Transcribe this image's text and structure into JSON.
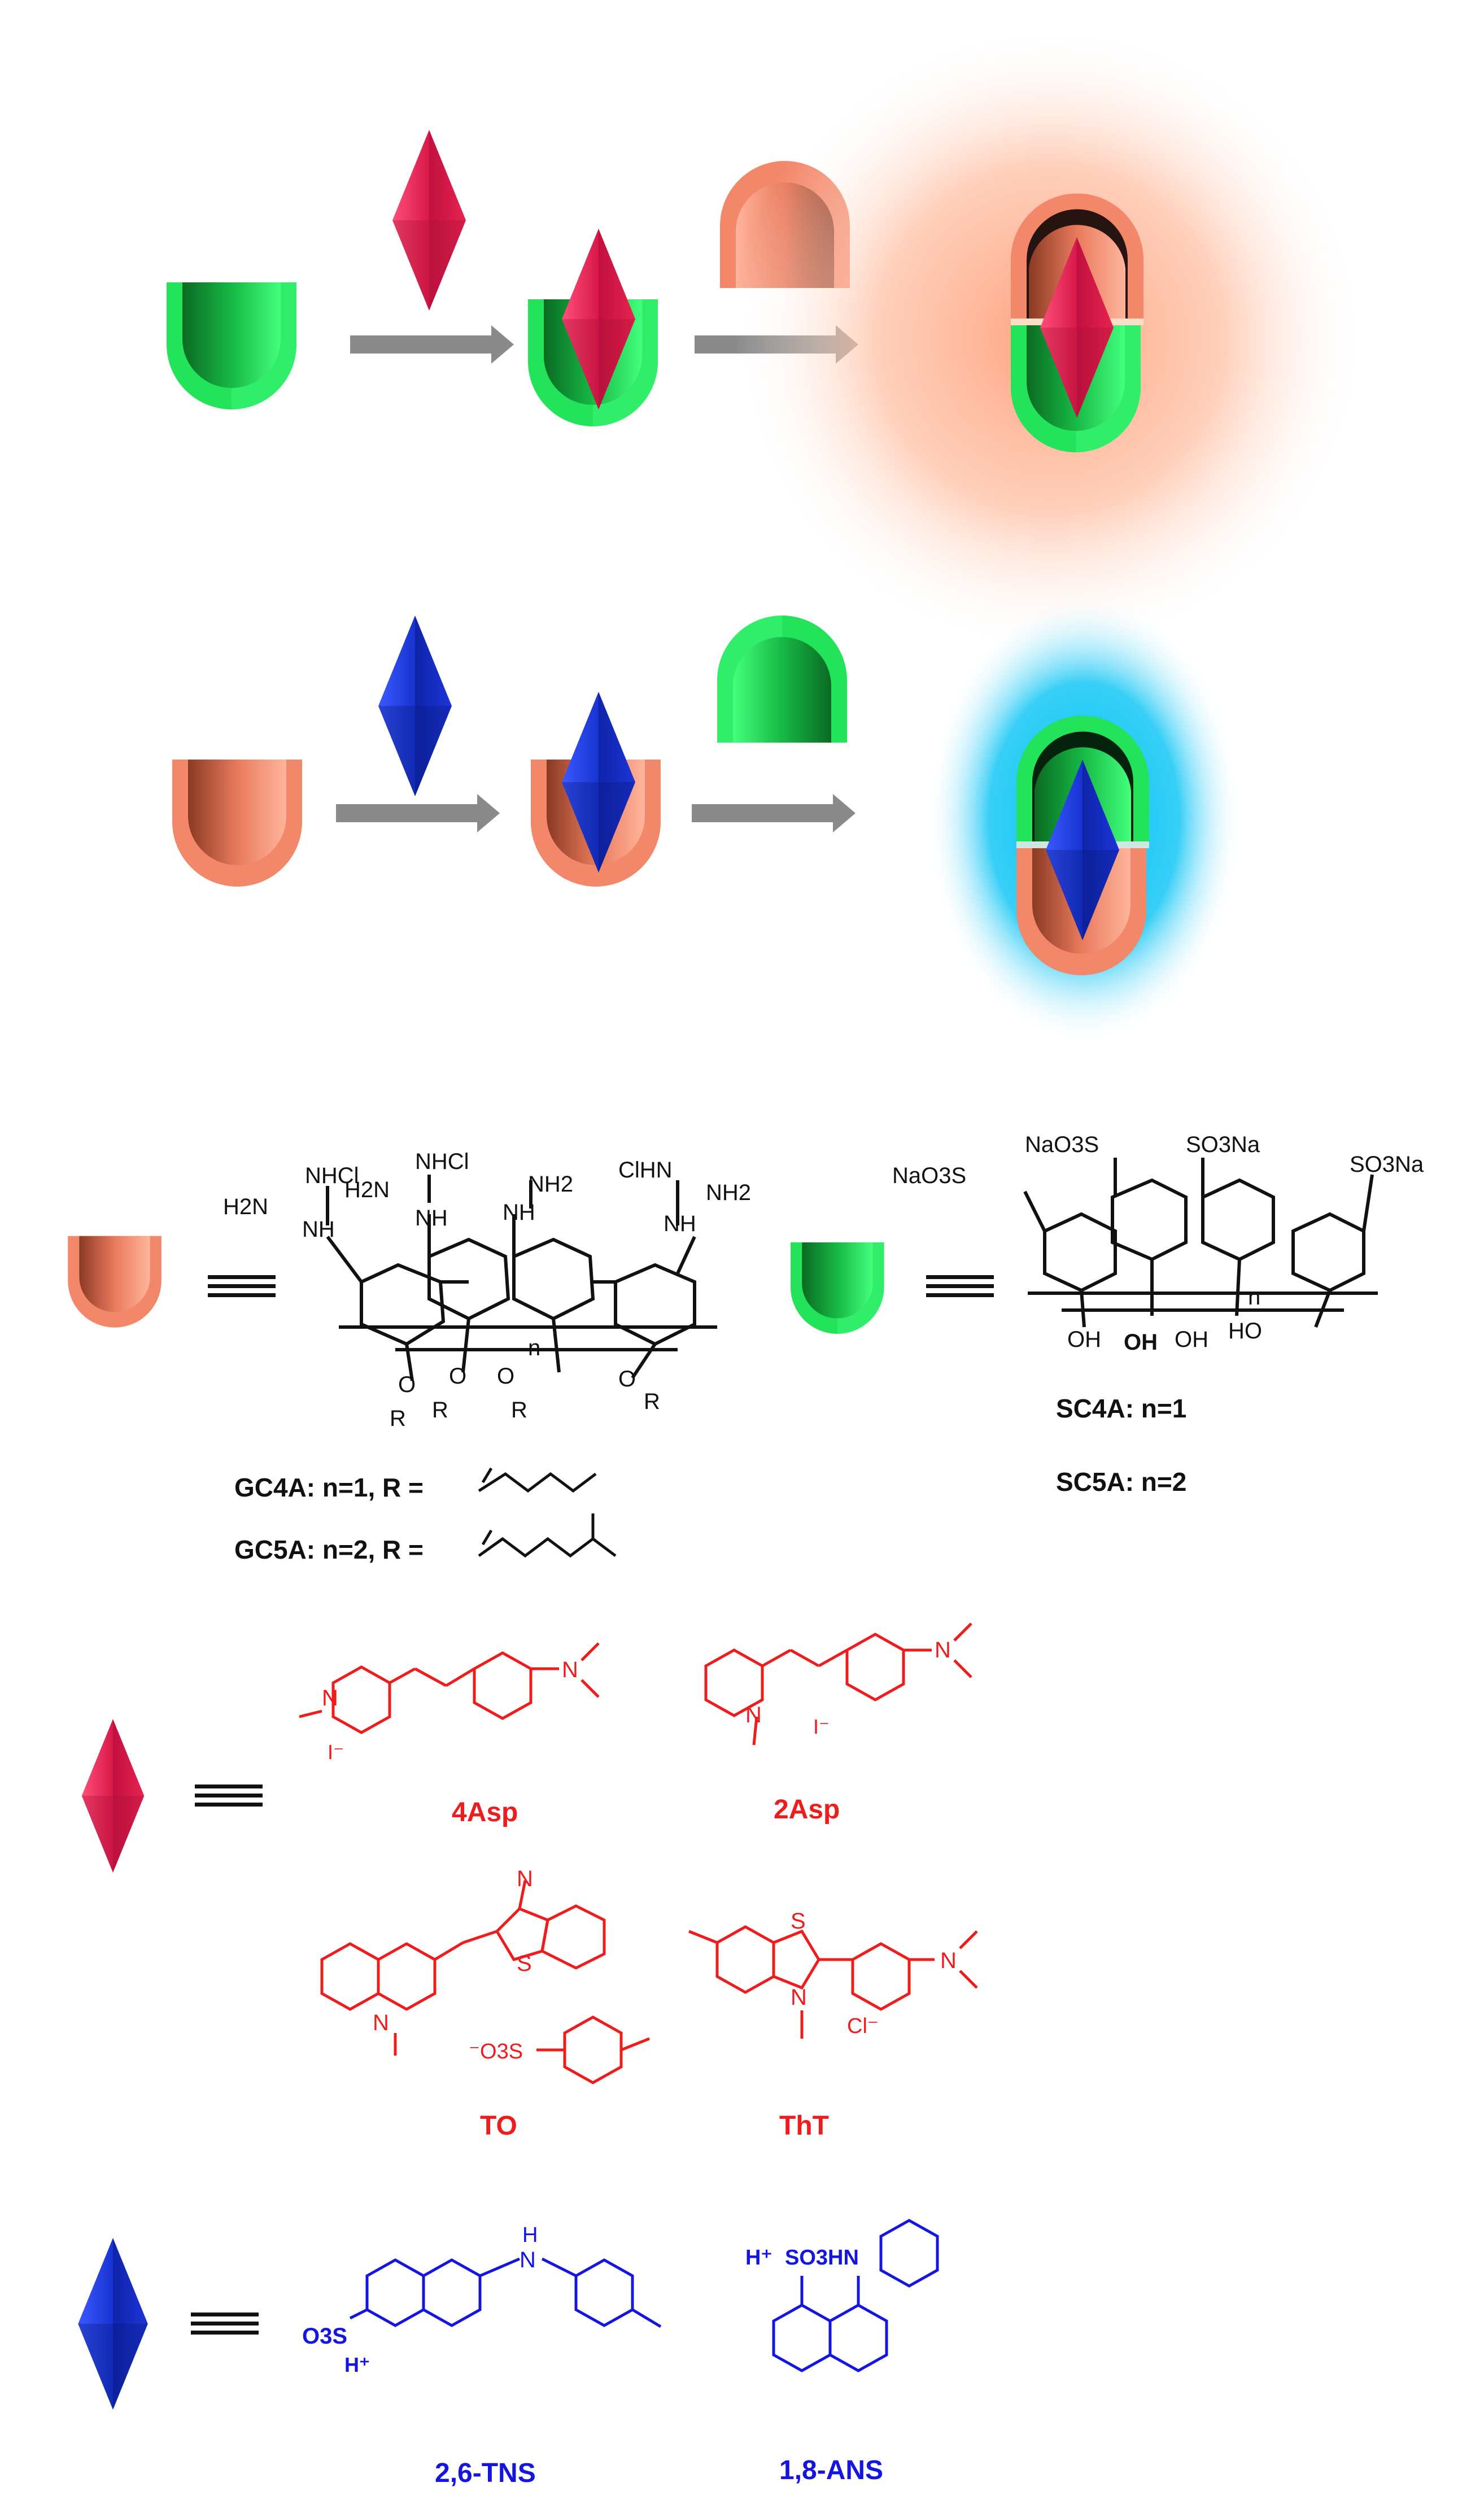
{
  "colors": {
    "green_host": "#22e35a",
    "orange_host": "#f3876a",
    "red_guest": "#e8234f",
    "blue_guest": "#1c34d8",
    "arrow": "#8a8a8a",
    "orange_glow": "#ffb89a",
    "cyan_glow": "#16c8f5",
    "red_text": "#ee1c1c",
    "blue_text": "#1515e0"
  },
  "icons": [
    "green-cup-icon",
    "orange-cup-icon",
    "red-diamond-icon",
    "blue-diamond-icon",
    "arrow-icon",
    "equivalence-icon"
  ],
  "hosts": {
    "gc": {
      "substituents": [
        "NHCl",
        "H2N",
        "NH",
        "H2N",
        "NHCl",
        "NH2",
        "NH",
        "NH",
        "ClHN",
        "NH2",
        "NH",
        "n",
        "O",
        "R",
        "O",
        "R",
        "O",
        "R",
        "O",
        "R"
      ],
      "label_1": "GC4A: n=1, R =",
      "label_2": "GC5A: n=2, R ="
    },
    "sc": {
      "substituents": [
        "NaO3S",
        "NaO3S",
        "SO3Na",
        "SO3Na",
        "OH",
        "OH",
        "OH",
        "HO",
        "n"
      ],
      "label_1": "SC4A: n=1",
      "label_2": "SC5A: n=2"
    }
  },
  "red_guests": [
    {
      "name": "4Asp",
      "atoms": [
        "N",
        "I⁻"
      ]
    },
    {
      "name": "2Asp",
      "atoms": [
        "N",
        "I⁻"
      ]
    },
    {
      "name": "TO",
      "atoms": [
        "N",
        "S",
        "N",
        "⁻O3S"
      ]
    },
    {
      "name": "ThT",
      "atoms": [
        "S",
        "N",
        "Cl⁻"
      ]
    }
  ],
  "blue_guests": [
    {
      "name": "2,6-TNS",
      "atoms": [
        "H",
        "N",
        "O3S",
        "H⁺"
      ]
    },
    {
      "name": "1,8-ANS",
      "atoms": [
        "H⁺",
        "SO3HN"
      ]
    }
  ]
}
